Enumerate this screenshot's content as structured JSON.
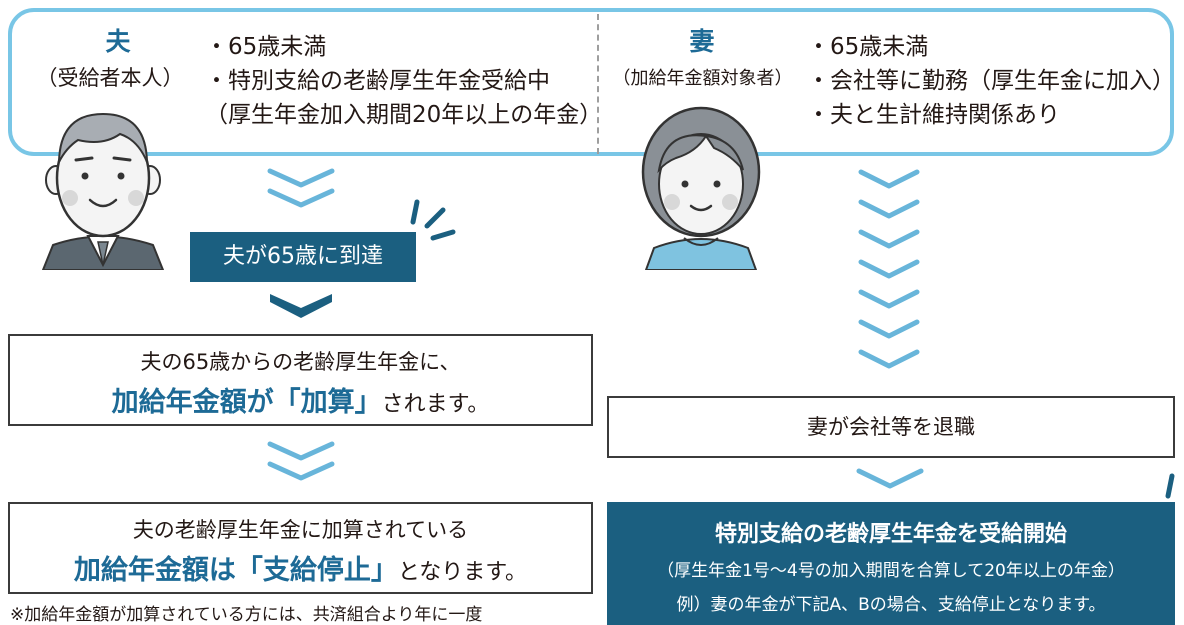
{
  "husband": {
    "title": "夫",
    "subtitle": "（受給者本人）",
    "conditions": [
      "・65歳未満",
      "・特別支給の老齢厚生年金受給中",
      "（厚生年金加入期間20年以上の年金）"
    ]
  },
  "wife": {
    "title": "妻",
    "subtitle": "（加給年金額対象者）",
    "conditions": [
      "・65歳未満",
      "・会社等に勤務（厚生年金に加入）",
      "・夫と生計維持関係あり"
    ]
  },
  "left_flow": {
    "event_label": "夫が65歳に到達",
    "box1_line1": "夫の65歳からの老齢厚生年金に、",
    "box1_emph": "加給年金額が「加算」",
    "box1_tail": "されます。",
    "box2_line1": "夫の老齢厚生年金に加算されている",
    "box2_emph": "加給年金額は「支給停止」",
    "box2_tail": "となります。",
    "footnote": "※加給年金額が加算されている方には、共済組合より年に一度"
  },
  "right_flow": {
    "event_label": "妻が会社等を退職",
    "result_title": "特別支給の老齢厚生年金を受給開始",
    "result_line2": "（厚生年金1号〜4号の加入期間を合算して20年以上の年金）",
    "result_line3": "例）妻の年金が下記A、Bの場合、支給停止となります。"
  },
  "colors": {
    "accent_blue": "#1d6a96",
    "panel_border": "#79c6e6",
    "chevron": "#68b5da",
    "dark_box": "#1b5f80"
  }
}
